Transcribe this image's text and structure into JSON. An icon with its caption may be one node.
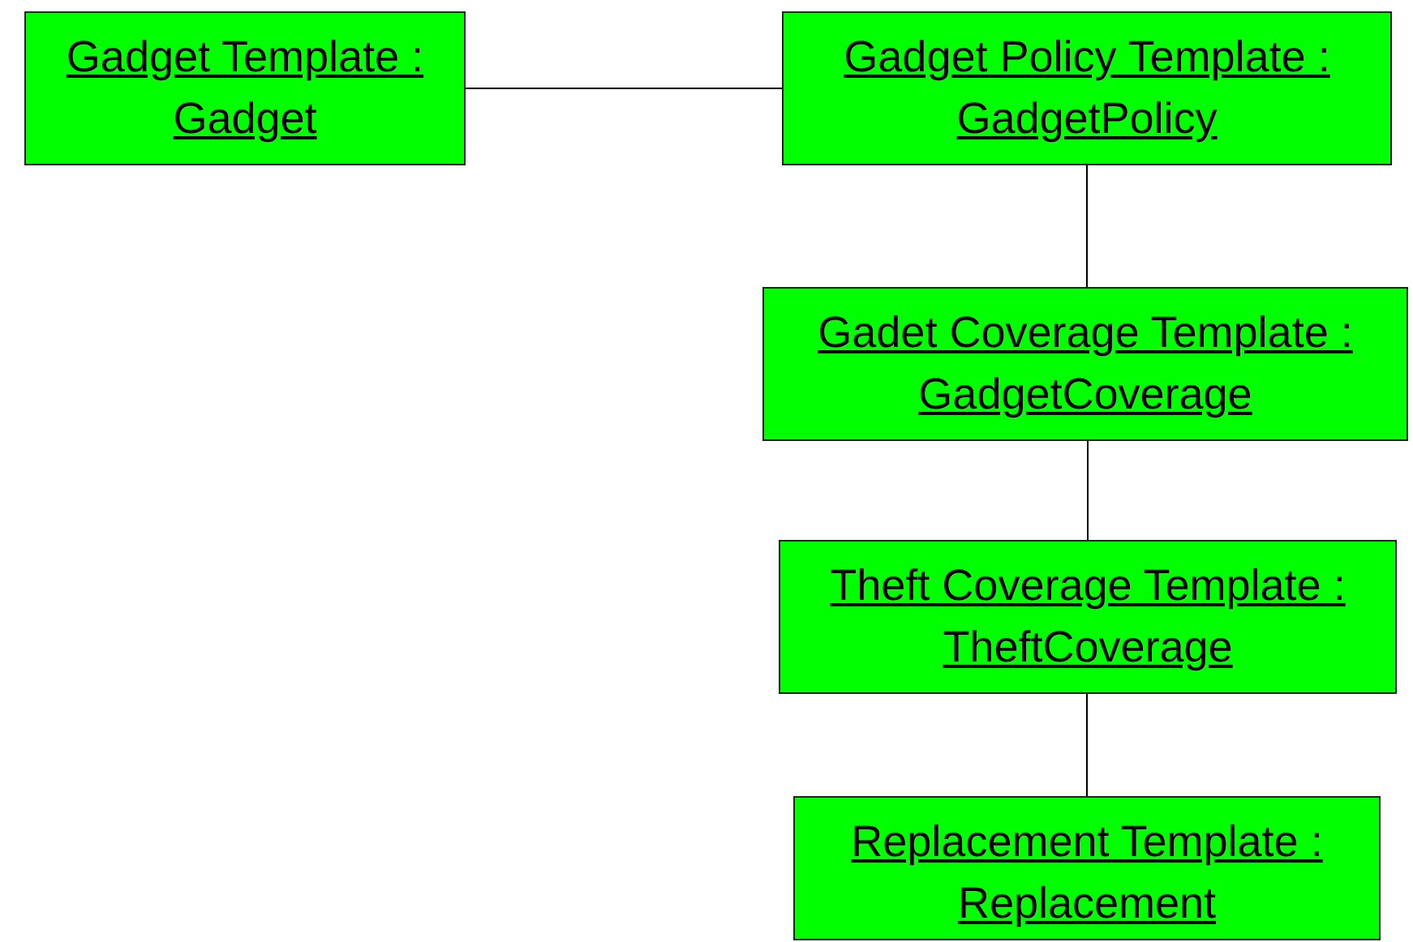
{
  "diagram": {
    "nodes": [
      {
        "text": [
          "Gadget Template : Gadget"
        ]
      },
      {
        "text": [
          "Gadget Policy Template : GadgetPolicy"
        ]
      },
      {
        "text": [
          "Gadet Coverage Template : GadgetCoverage"
        ]
      },
      {
        "text": [
          "Theft Coverage Template : TheftCoverage"
        ]
      },
      {
        "text": [
          "Replacement Template : Replacement"
        ]
      }
    ],
    "edges": [
      {
        "from": 0,
        "to": 1,
        "arrow": "none"
      },
      {
        "from": 1,
        "to": 2,
        "arrow": "none"
      },
      {
        "from": 2,
        "to": 3,
        "arrow": "none"
      },
      {
        "from": 3,
        "to": 4,
        "arrow": "none"
      }
    ]
  }
}
